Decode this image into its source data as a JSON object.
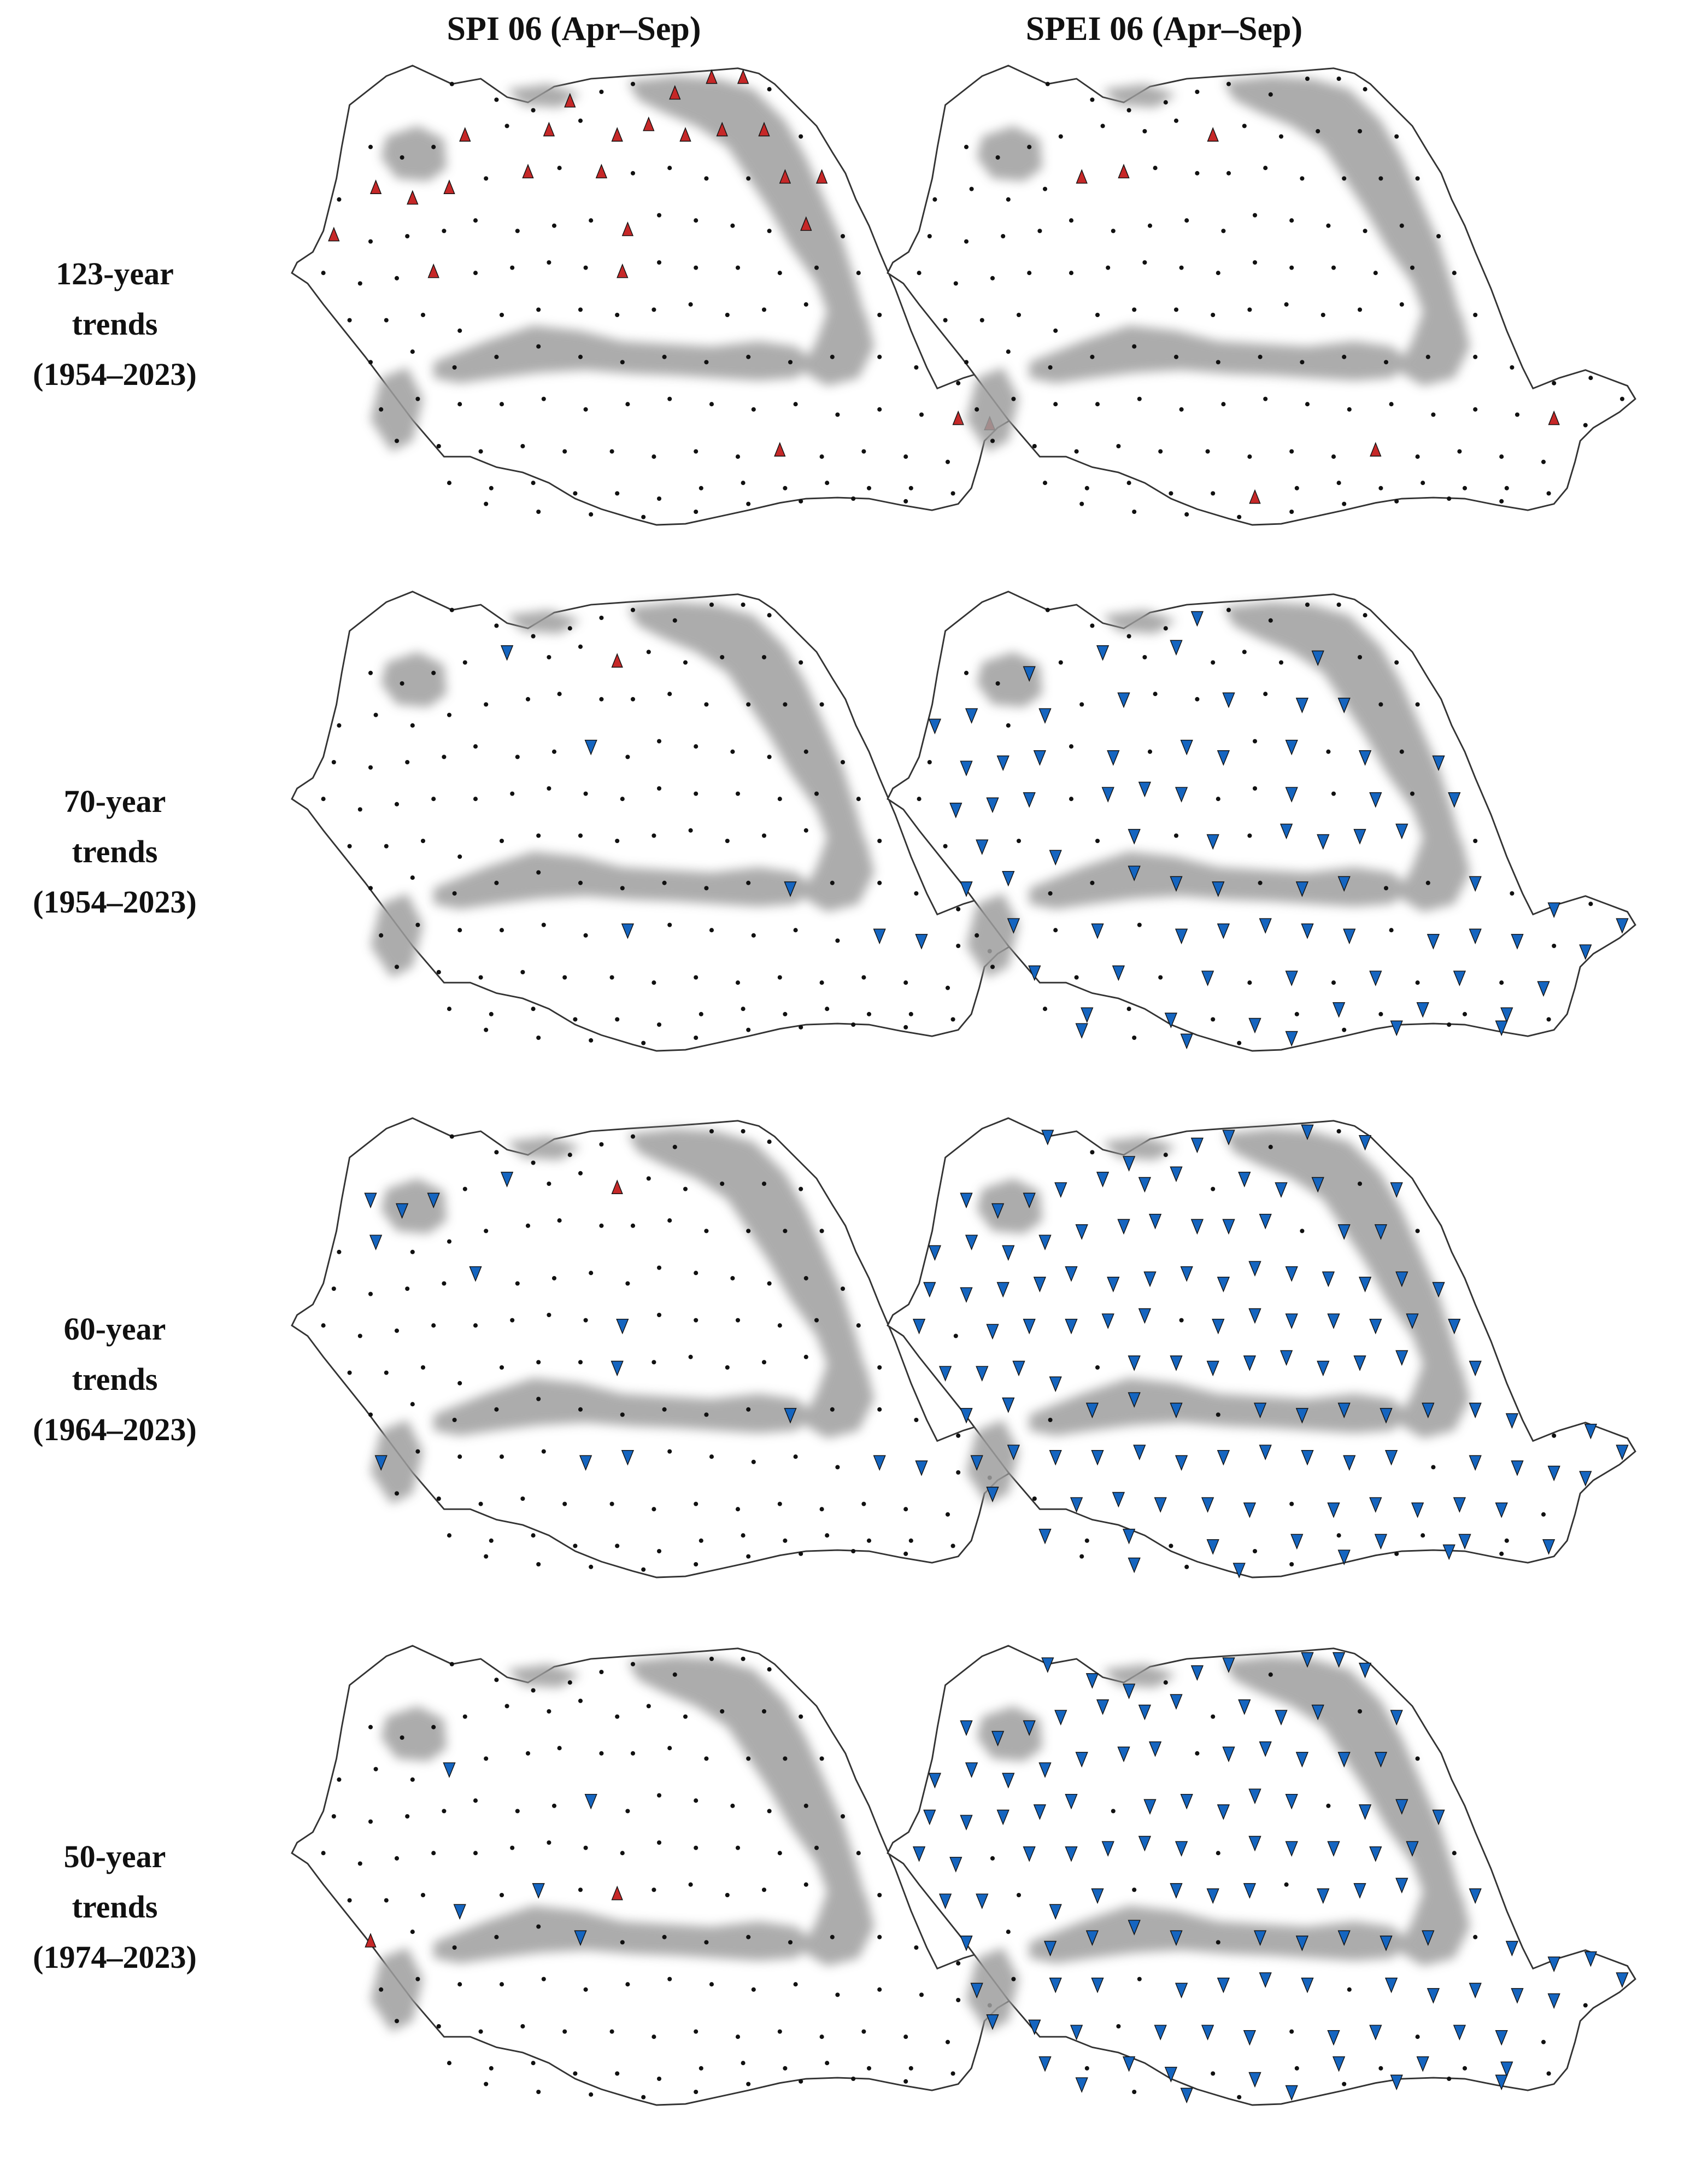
{
  "columns": [
    {
      "title": "SPI 06 (Apr–Sep)"
    },
    {
      "title": "SPEI 06 (Apr–Sep)"
    }
  ],
  "rows": [
    {
      "line1": "123-year",
      "line2": "trends",
      "line3": "(1954–2023)"
    },
    {
      "line1": "70-year",
      "line2": "trends",
      "line3": "(1954–2023)"
    },
    {
      "line1": "60-year",
      "line2": "trends",
      "line3": "(1964–2023)"
    },
    {
      "line1": "50-year",
      "line2": "trends",
      "line3": "(1974–2023)"
    }
  ],
  "map": {
    "region": "Romania",
    "relief_shading": true,
    "colors": {
      "outline": "#333333",
      "relief": "#9e9e9e",
      "station_dot": "#111111",
      "increasing_trend": "#c62828",
      "decreasing_trend": "#1565c0",
      "marker_edge": "#111111"
    },
    "symbols": {
      "increasing": "red-triangle-up-icon",
      "decreasing": "blue-triangle-down-icon",
      "no_trend": "black-dot"
    }
  }
}
